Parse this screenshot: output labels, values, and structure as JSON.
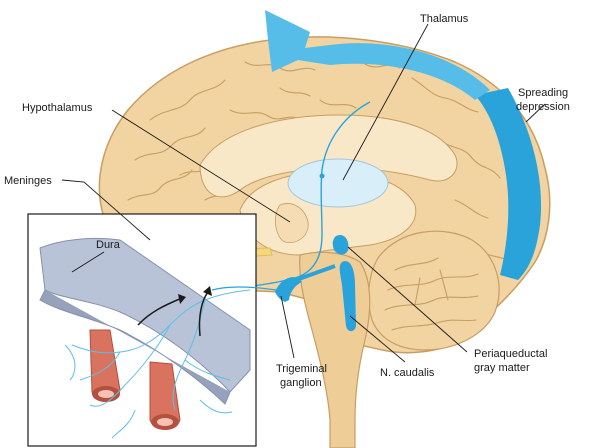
{
  "labels": {
    "thalamus": "Thalamus",
    "spreading_line1": "Spreading",
    "spreading_line2": "depression",
    "hypothalamus": "Hypothalamus",
    "meninges": "Meninges",
    "dura": "Dura",
    "trigeminal_line1": "Trigeminal",
    "trigeminal_line2": "ganglion",
    "n_caudalis": "N. caudalis",
    "periaqueductal_line1": "Periaqueductal",
    "periaqueductal_line2": "gray matter"
  },
  "colors": {
    "cortex": "#f2d3a2",
    "cortex_outline": "#c79e63",
    "inner_tissue": "#f9e8c8",
    "brainstem": "#efcd97",
    "nerve_blue": "#2aa3db",
    "light_blue": "#a7dcf3",
    "thalamus_fill": "#d8eef8",
    "spreading_blue": "#55bde8",
    "dura_fill": "#b8c3d8",
    "vessel_red": "#d9735f",
    "nerve_yellow": "#f3d77a"
  }
}
